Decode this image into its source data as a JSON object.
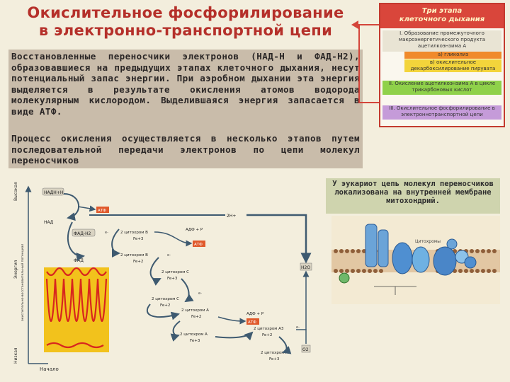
{
  "title": {
    "line1": "Окислительное фосфорилирование",
    "line2": "в электронно-транспортной цепи"
  },
  "para1": "Восстановленные переносчики электронов (НАД-Н и ФАД-Н2), образовавшиеся на предыдущих этапах клеточного дыхания, несут потенциальный запас энергии. При аэробном дыхании эта энергия выделяется в результате окисления атомов водорода молекулярным кислородом. Выделившаяся энергия запасается в виде АТФ.",
  "para2": "Процесс окисления осуществляется в несколько этапов путем последовательной передачи электронов по цепи молекул переносчиков",
  "stages": {
    "header_line1": "Три этапа",
    "header_line2": "клеточного дыхания",
    "stage1": "I. Образование промежуточного макроэнергетического продукта ацетилкоэнзима А",
    "stage1a": "а) гликолиз",
    "stage1b": "в) окислительное декарбоксилирование пирувата",
    "stage2": "II. Окисление ацетилкоэнзима А в цикле трикарбоновых кислот",
    "stage3": "III. Окислительное фосфорилирование в электроннотранспортной цепи"
  },
  "note": "У эукариот цепь молекул переносчиков локализована на внутренней мембране митохондрий.",
  "diagram": {
    "y_axis_main": "Энергия",
    "y_axis_sub": "окислительно-восстановительный потенциал",
    "y_top": "Высокая",
    "y_bottom": "Низкая",
    "start_label": "Начало",
    "nadh": "НАДН+Н",
    "nad": "НАД",
    "atp": "АТФ",
    "fadh": "ФАД-Н2",
    "fad": "ФАД",
    "h_plus": "2Н+",
    "adp_p": "АДФ + Р",
    "h2o": "Н2О",
    "o2": "О2",
    "c1": "2 цитохром В",
    "c1b": "Fe+3",
    "c2": "2 цитохром В",
    "c2b": "Fe+2",
    "c3": "2 цитохром С",
    "c3b": "Fe+3",
    "c4": "2 цитохром С",
    "c4b": "Fe+2",
    "c5": "2 цитохром А",
    "c5b": "Fe+2",
    "c6": "2 цитохром А",
    "c6b": "Fe+3",
    "c7": "2 цитохром А3",
    "c7b": "Fe+2",
    "c8": "2 цитохром А3",
    "c8b": "Fe+3",
    "e_minus": "е-",
    "membrane_label": "Цитохромы"
  },
  "colors": {
    "title": "#b5302a",
    "atp_box": "#e0592b",
    "wave_bg": "#f2c21c",
    "wave_line": "#d8261e",
    "arrow": "#3e5a70"
  }
}
